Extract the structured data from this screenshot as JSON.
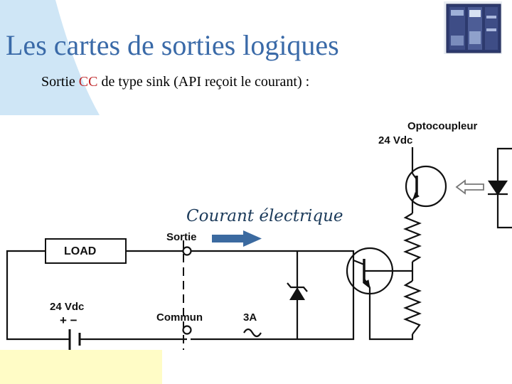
{
  "slide": {
    "title": "Les cartes de sorties logiques",
    "subtitle_prefix": "Sortie ",
    "subtitle_accent": "CC",
    "subtitle_suffix": " de type sink (API reçoit le courant) :",
    "accent_color": "#c0282a",
    "title_color": "#3a6aa8"
  },
  "diagram": {
    "optocoupler_label": "Optocoupleur",
    "supply_label_top": "24 Vdc",
    "current_label": "Courant électrique",
    "output_label": "Sortie",
    "load_label": "LOAD",
    "supply_label_left": "24 Vdc",
    "common_label": "Commun",
    "fuse_label": "3A",
    "battery_polarity": "+ −"
  }
}
